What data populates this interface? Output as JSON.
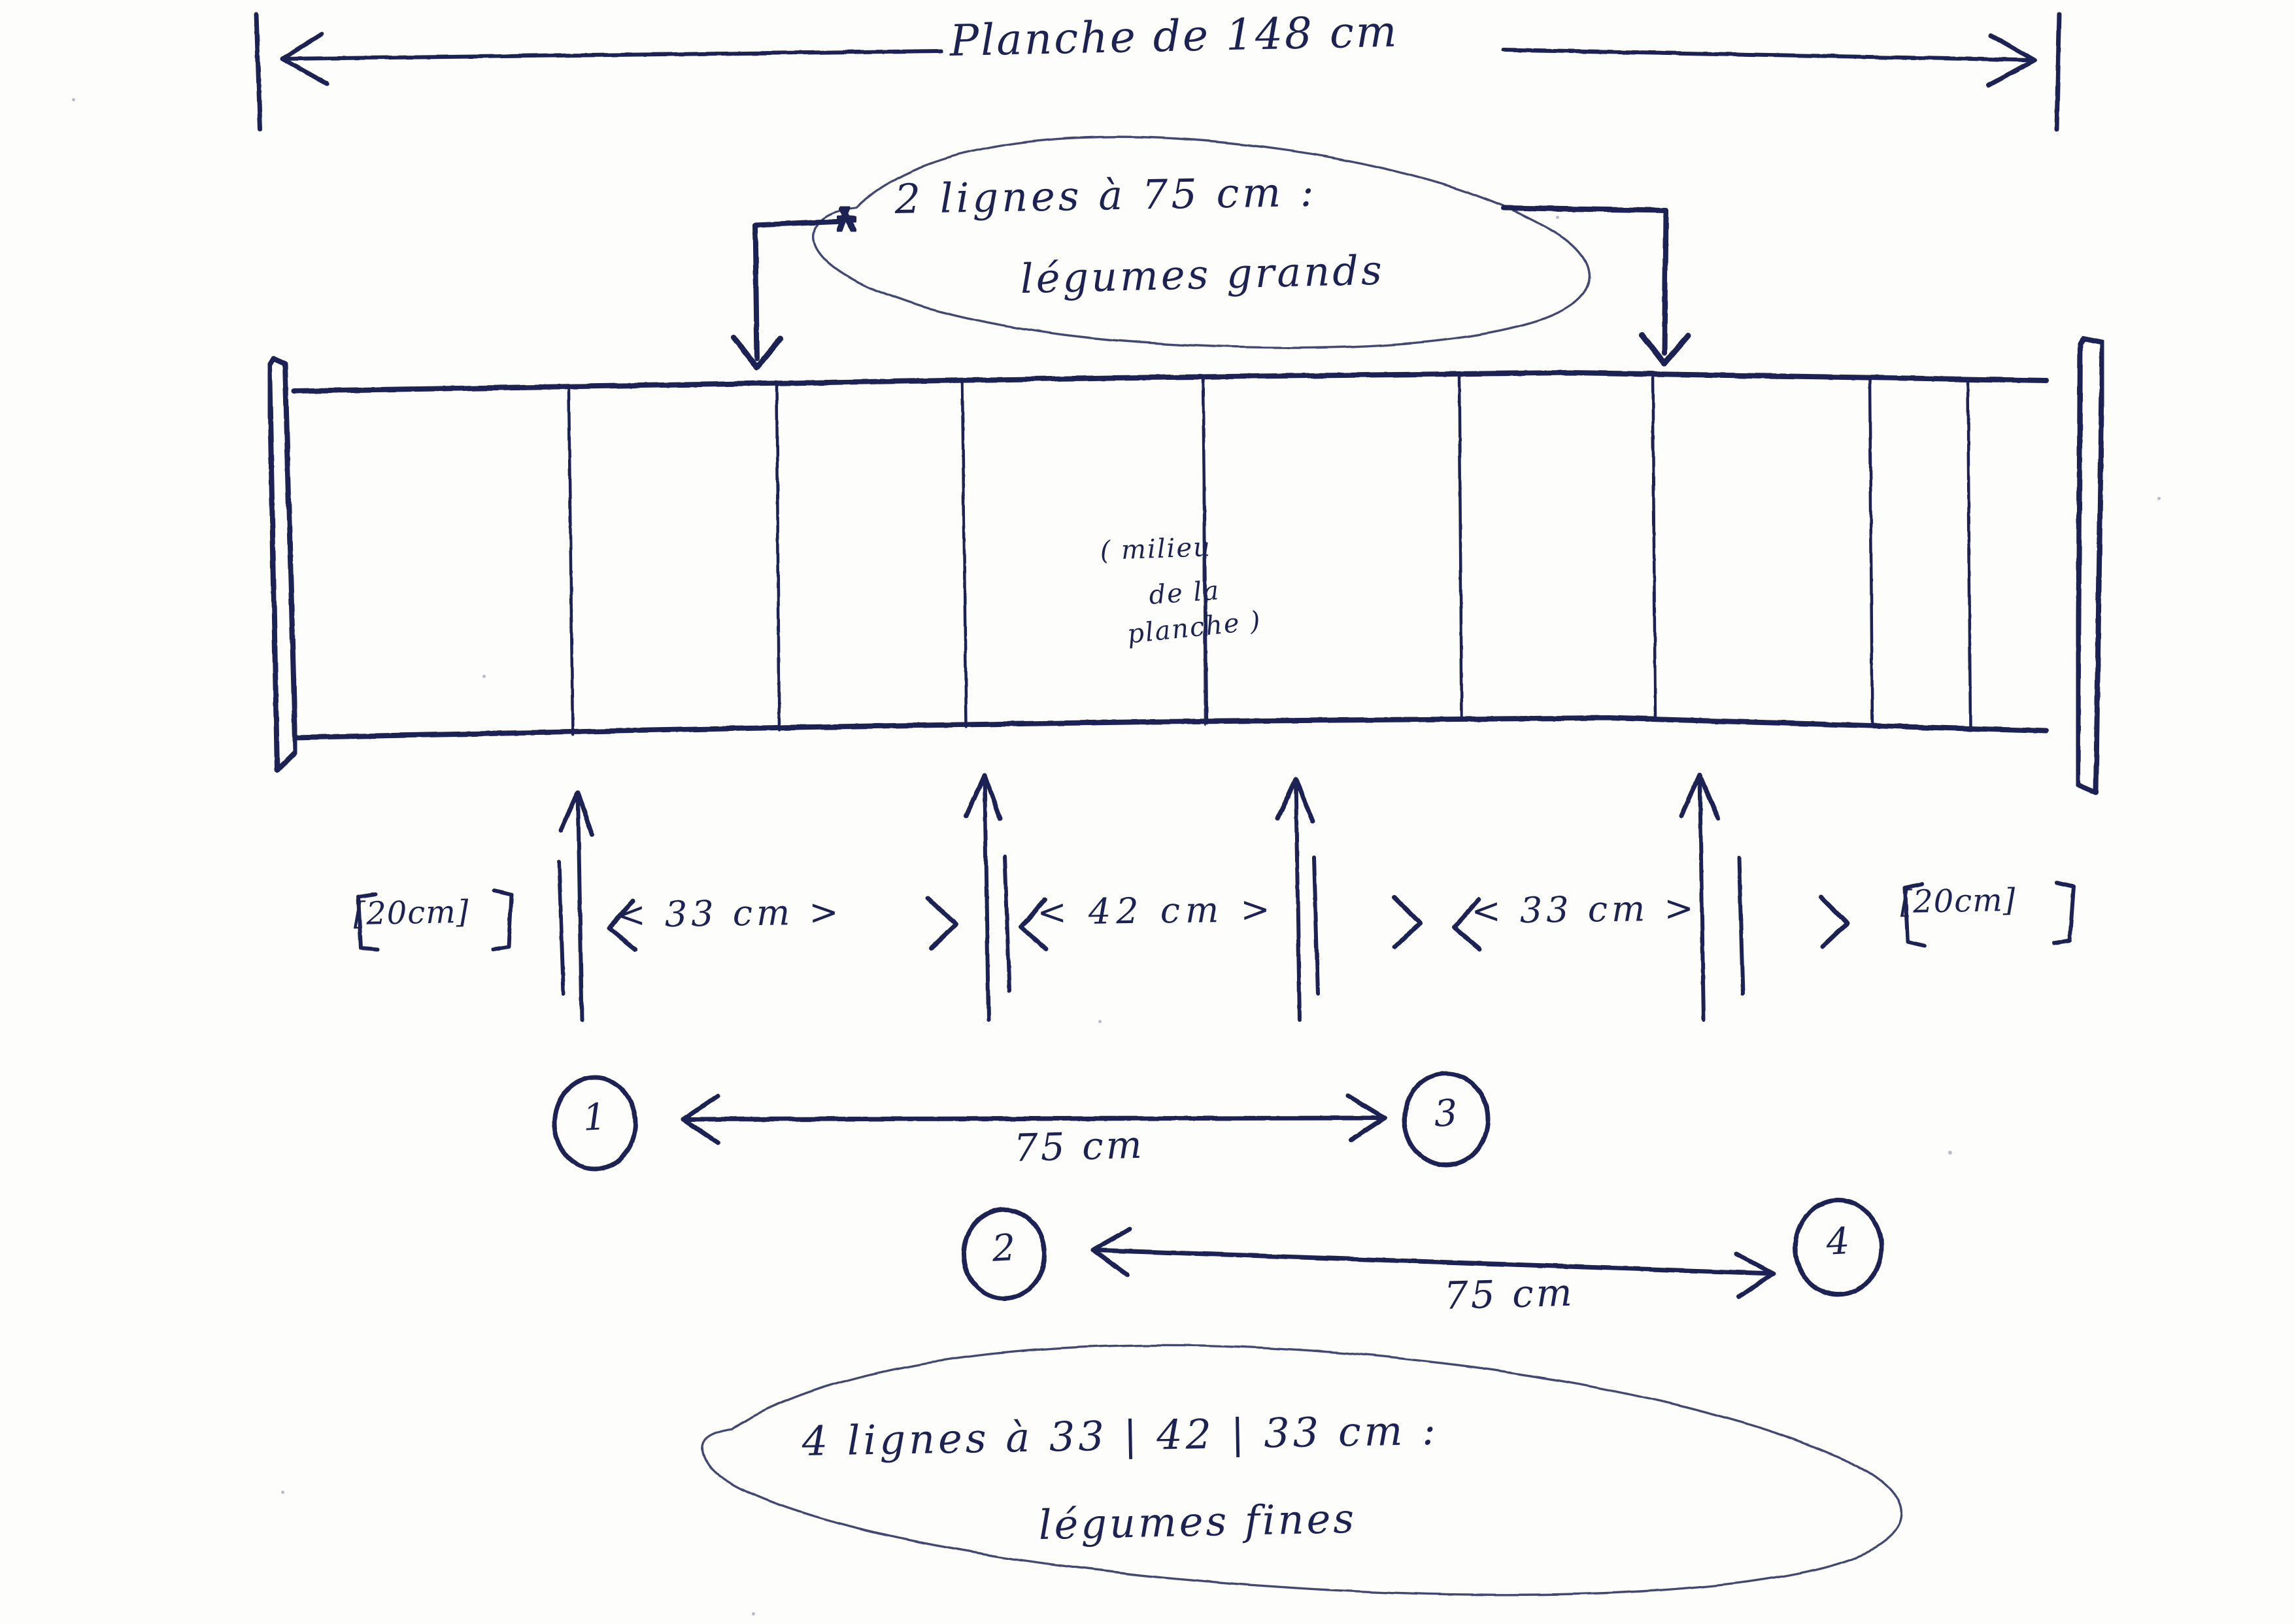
{
  "document": {
    "title": "Planche de 148 cm",
    "kind": "hand-drawn garden bed planting plan",
    "language": "fr",
    "ink_color": "#1c2252",
    "paper_color": "#fdfdfc"
  },
  "top_dimension": {
    "label": "Planche de 148 cm",
    "value_cm": 148,
    "style": "double-headed arrow between two end ticks"
  },
  "top_callout": {
    "line1": "2 lignes à 75 cm :",
    "line2": "légumes grands",
    "shape": "hand-drawn ellipse with two leader lines pointing down to the board"
  },
  "board": {
    "center_note_line1": "( milieu",
    "center_note_line2": "de la",
    "center_note_line3": "planche )",
    "left_post_label": "post",
    "right_post_label": "post",
    "internal_line_count": 8
  },
  "dimension_row": {
    "segments": [
      {
        "label": "[20cm]",
        "value_cm": 20,
        "bracketed": true
      },
      {
        "label": "< 33 cm >",
        "value_cm": 33,
        "bracketed": false
      },
      {
        "label": "< 42 cm >",
        "value_cm": 42,
        "bracketed": false
      },
      {
        "label": "< 33 cm >",
        "value_cm": 33,
        "bracketed": false
      },
      {
        "label": "[20cm]",
        "value_cm": 20,
        "bracketed": true
      }
    ],
    "arrow_count": 4
  },
  "spacing_pairs": [
    {
      "from_marker": "1",
      "to_marker": "3",
      "label": "75 cm",
      "value_cm": 75
    },
    {
      "from_marker": "2",
      "to_marker": "4",
      "label": "75 cm",
      "value_cm": 75
    }
  ],
  "bottom_callout": {
    "line1": "4 lignes à  33 | 42 | 33 cm :",
    "line2": "légumes fines",
    "shape": "hand-drawn ellipse"
  },
  "chart_data": {
    "type": "diagram",
    "title": "Planche de 148 cm",
    "total_length_cm": 148,
    "segments_cm": [
      20,
      33,
      42,
      33,
      20
    ],
    "segment_labels": [
      "[20cm]",
      "< 33 cm >",
      "< 42 cm >",
      "< 33 cm >",
      "[20cm]"
    ],
    "row_markers": [
      "1",
      "2",
      "3",
      "4"
    ],
    "pair_spacing_cm": [
      75,
      75
    ],
    "annotations": [
      "2 lignes à 75 cm : légumes grands",
      "4 lignes à 33 | 42 | 33 cm : légumes fines",
      "( milieu de la planche )"
    ]
  }
}
